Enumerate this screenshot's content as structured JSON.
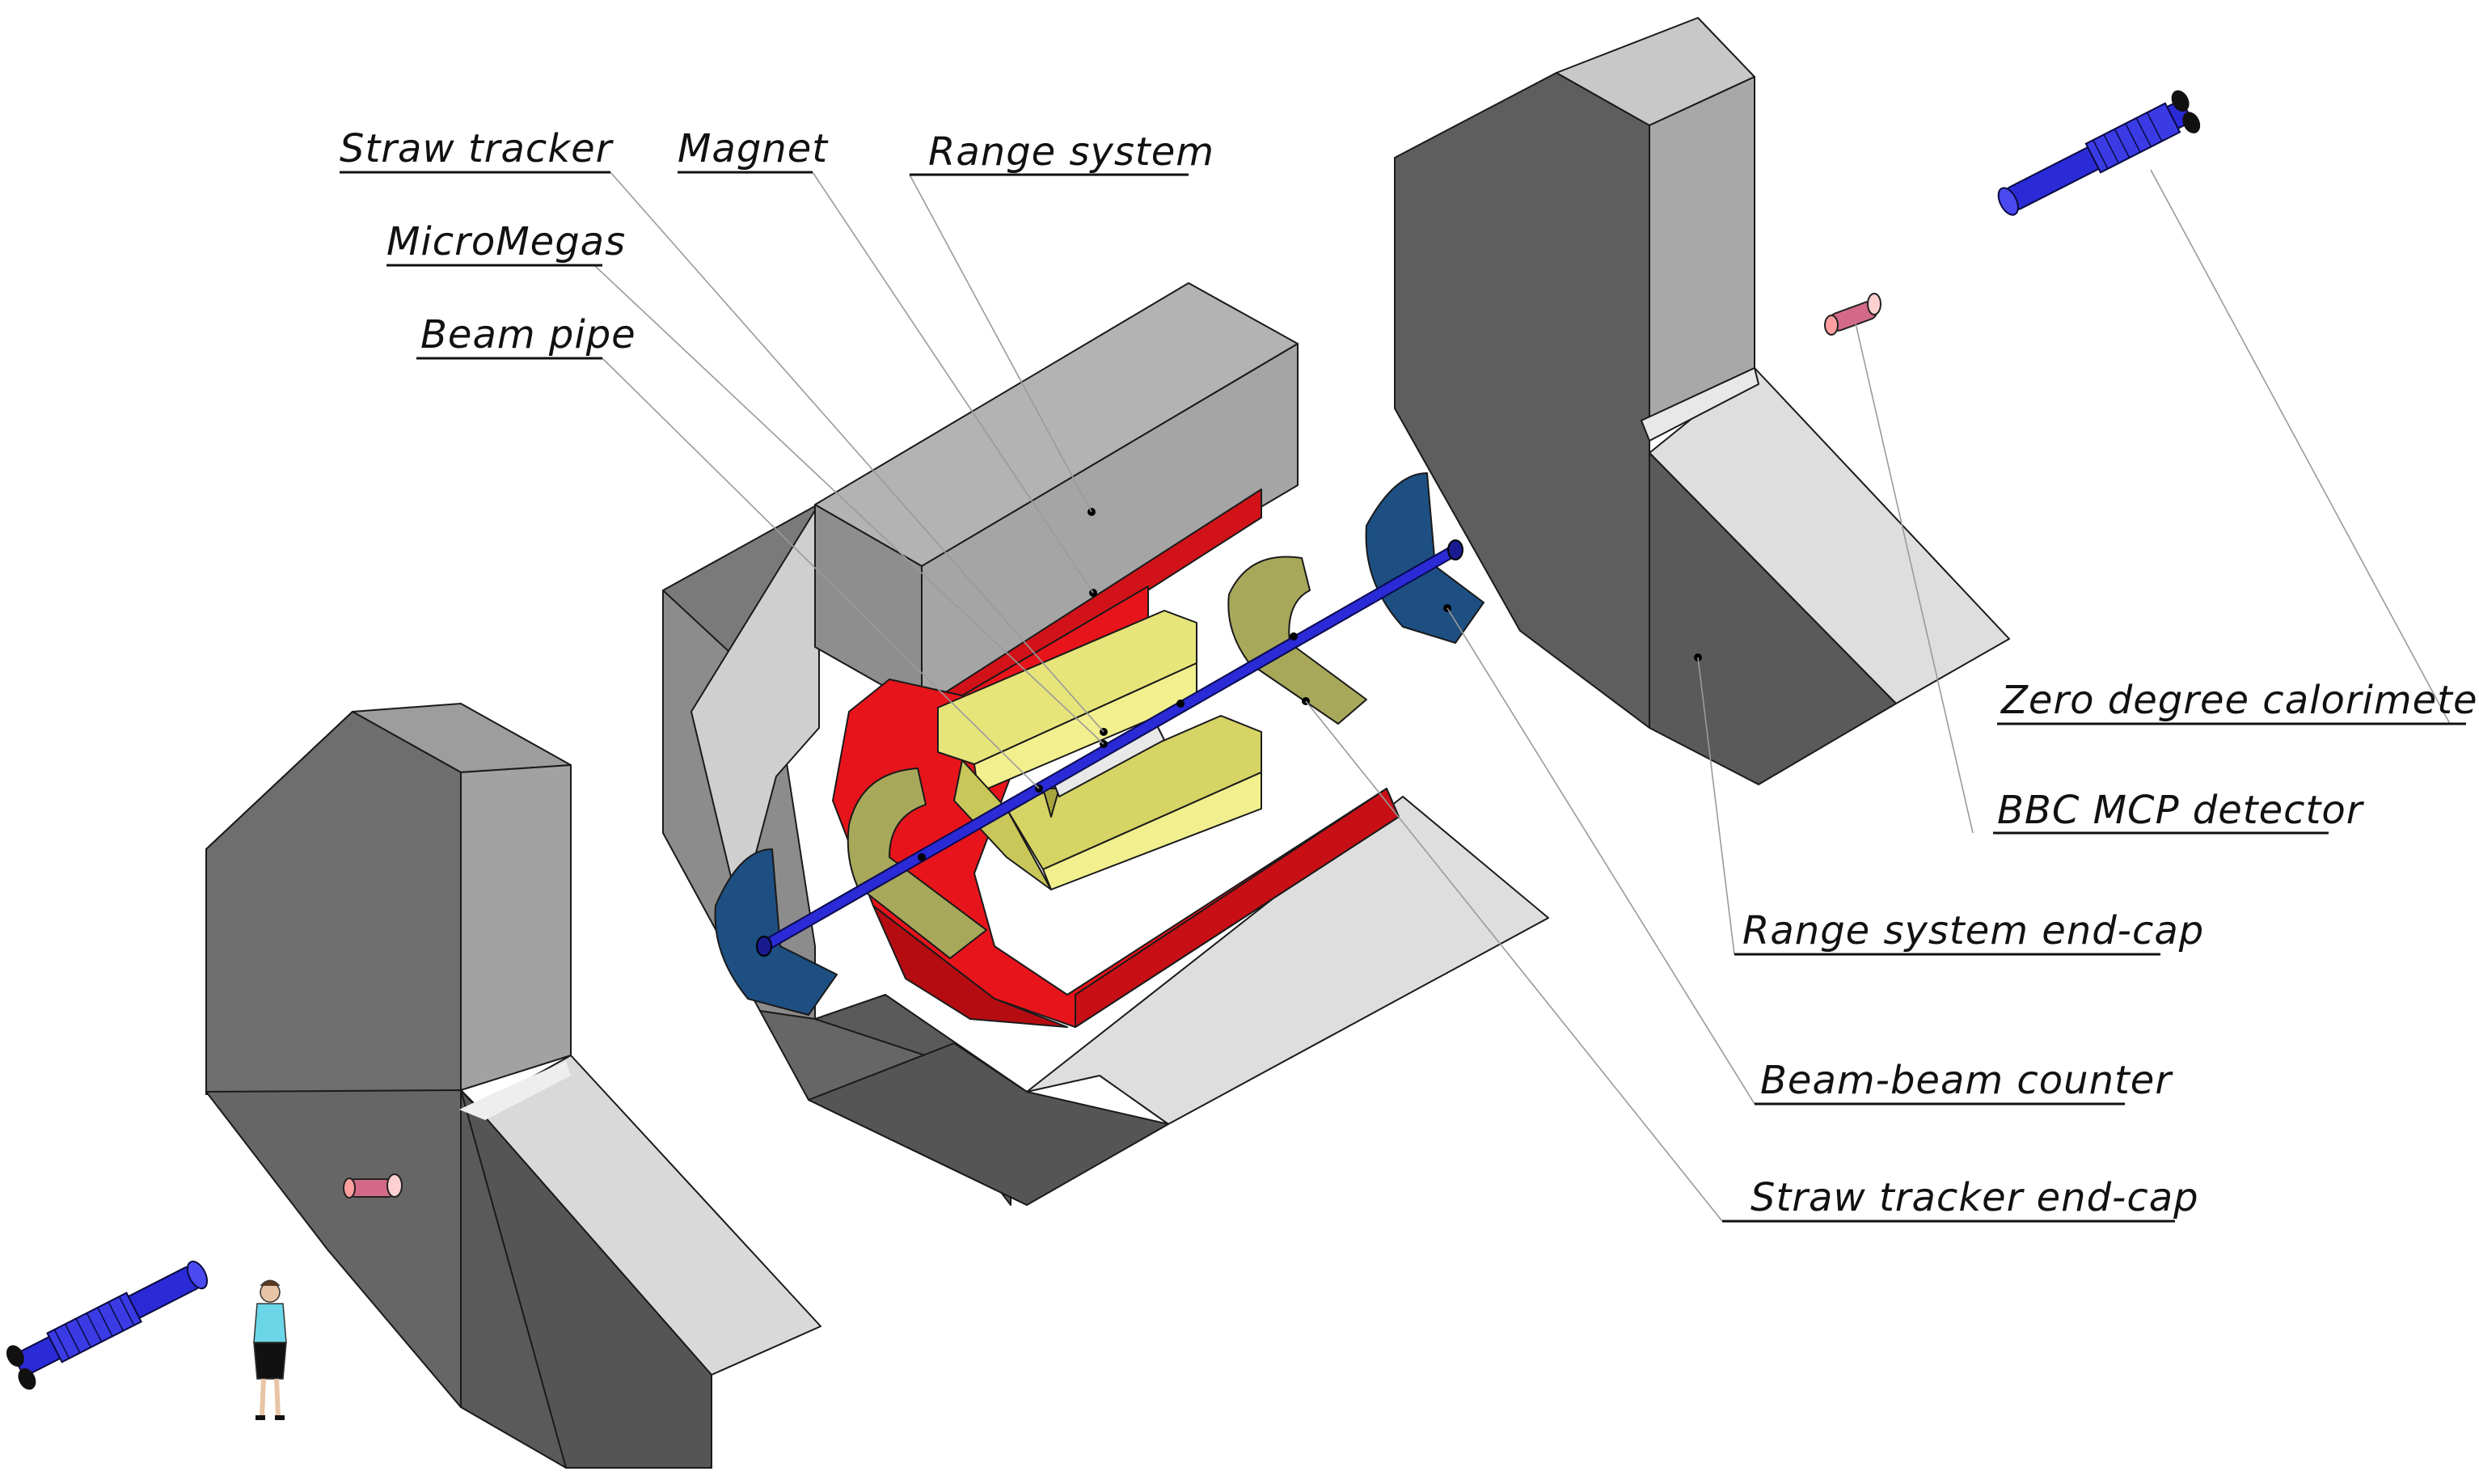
{
  "labels": {
    "straw_tracker": "Straw tracker",
    "magnet": "Magnet",
    "range_system": "Range system",
    "micromegas": "MicroMegas",
    "beam_pipe": "Beam pipe",
    "zero_degree_calorimeter": "Zero degree calorimeter",
    "bbc_mcp_detector": "BBC MCP detector",
    "range_system_end_cap": "Range system end-cap",
    "beam_beam_counter": "Beam-beam counter",
    "straw_tracker_end_cap": "Straw tracker end-cap"
  },
  "colors": {
    "magnet": "#e8141b",
    "straw_tracker": "#f2f08e",
    "bbc": "#1d4f82",
    "beam_pipe": "#2a2ad6",
    "steel_dark": "#5e5e5e",
    "steel_mid": "#9a9a9a",
    "steel_light": "#d8d8d8"
  },
  "icons": {
    "human_figure": "person-scale-icon"
  }
}
